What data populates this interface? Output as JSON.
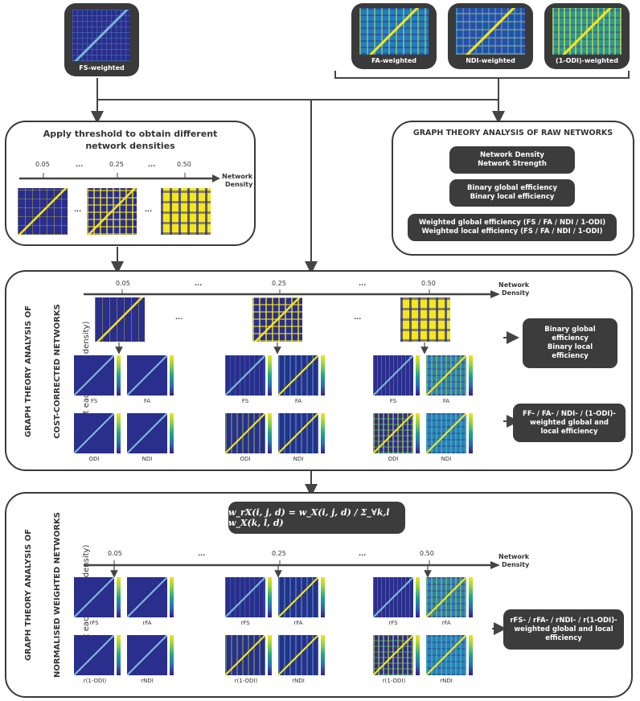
{
  "top": {
    "fs_label": "FS-weighted",
    "fa_label": "FA-weighted",
    "ndi_label": "NDI-weighted",
    "odi_label": "(1-ODI)-weighted"
  },
  "threshold": {
    "title_line1": "Apply threshold to obtain different",
    "title_line2": "network densities",
    "ticks": [
      "0.05",
      "0.25",
      "0.50"
    ],
    "dots": "...",
    "axis_label_line1": "Network",
    "axis_label_line2": "Density"
  },
  "raw": {
    "title": "GRAPH THEORY ANALYSIS OF RAW NETWORKS",
    "box1_line1": "Network Density",
    "box1_line2": "Network Strength",
    "box2_line1": "Binary global efficiency",
    "box2_line2": "Binary local efficiency",
    "box3_line1": "Weighted global efficiency (FS / FA / NDI / 1-ODI)",
    "box3_line2": "Weighted local efficiency (FS / FA / NDI / 1-ODI)"
  },
  "cost": {
    "vtitle_line1": "GRAPH THEORY ANALYSIS OF",
    "vtitle_line2": "COST-CORRECTED NETWORKS",
    "vtitle_line3": "(at each level of density)",
    "ticks": [
      "0.05",
      "0.25",
      "0.50"
    ],
    "dots": "...",
    "axis_label_line1": "Network",
    "axis_label_line2": "Density",
    "labels": [
      "FS",
      "FA",
      "ODI",
      "NDI"
    ],
    "box1_line1": "Binary global",
    "box1_line2": "efficiency",
    "box1_line3": "Binary local",
    "box1_line4": "efficiency",
    "box2_line1": "FF- / FA- / NDI- / (1-ODI)-",
    "box2_line2": "weighted  global and",
    "box2_line3": "local efficiency"
  },
  "norm": {
    "vtitle_line1": "GRAPH THEORY ANALYSIS OF",
    "vtitle_line2": "NORMALISED WEIGHTED NETWORKS",
    "vtitle_line3": "(at each level of density)",
    "formula": "w_rX(i, j, d) = w_X(i, j, d) / Σ_∀k,l w_X(k, l, d)",
    "ticks": [
      "0.05",
      "0.25",
      "0.50"
    ],
    "dots": "...",
    "axis_label_line1": "Network",
    "axis_label_line2": "Density",
    "labels": [
      "rFS",
      "rFA",
      "r(1-ODI)",
      "rNDI"
    ],
    "box_line1": "rFS- / rFA- / rNDI- / r(1-ODI)-",
    "box_line2": "weighted  global and local",
    "box_line3": "efficiency"
  },
  "colors": {
    "dark": "#3a3a3a",
    "matrix_bg": "#2b2f8f",
    "yellow": "#f6e71c",
    "cyan": "#39b6c5"
  }
}
